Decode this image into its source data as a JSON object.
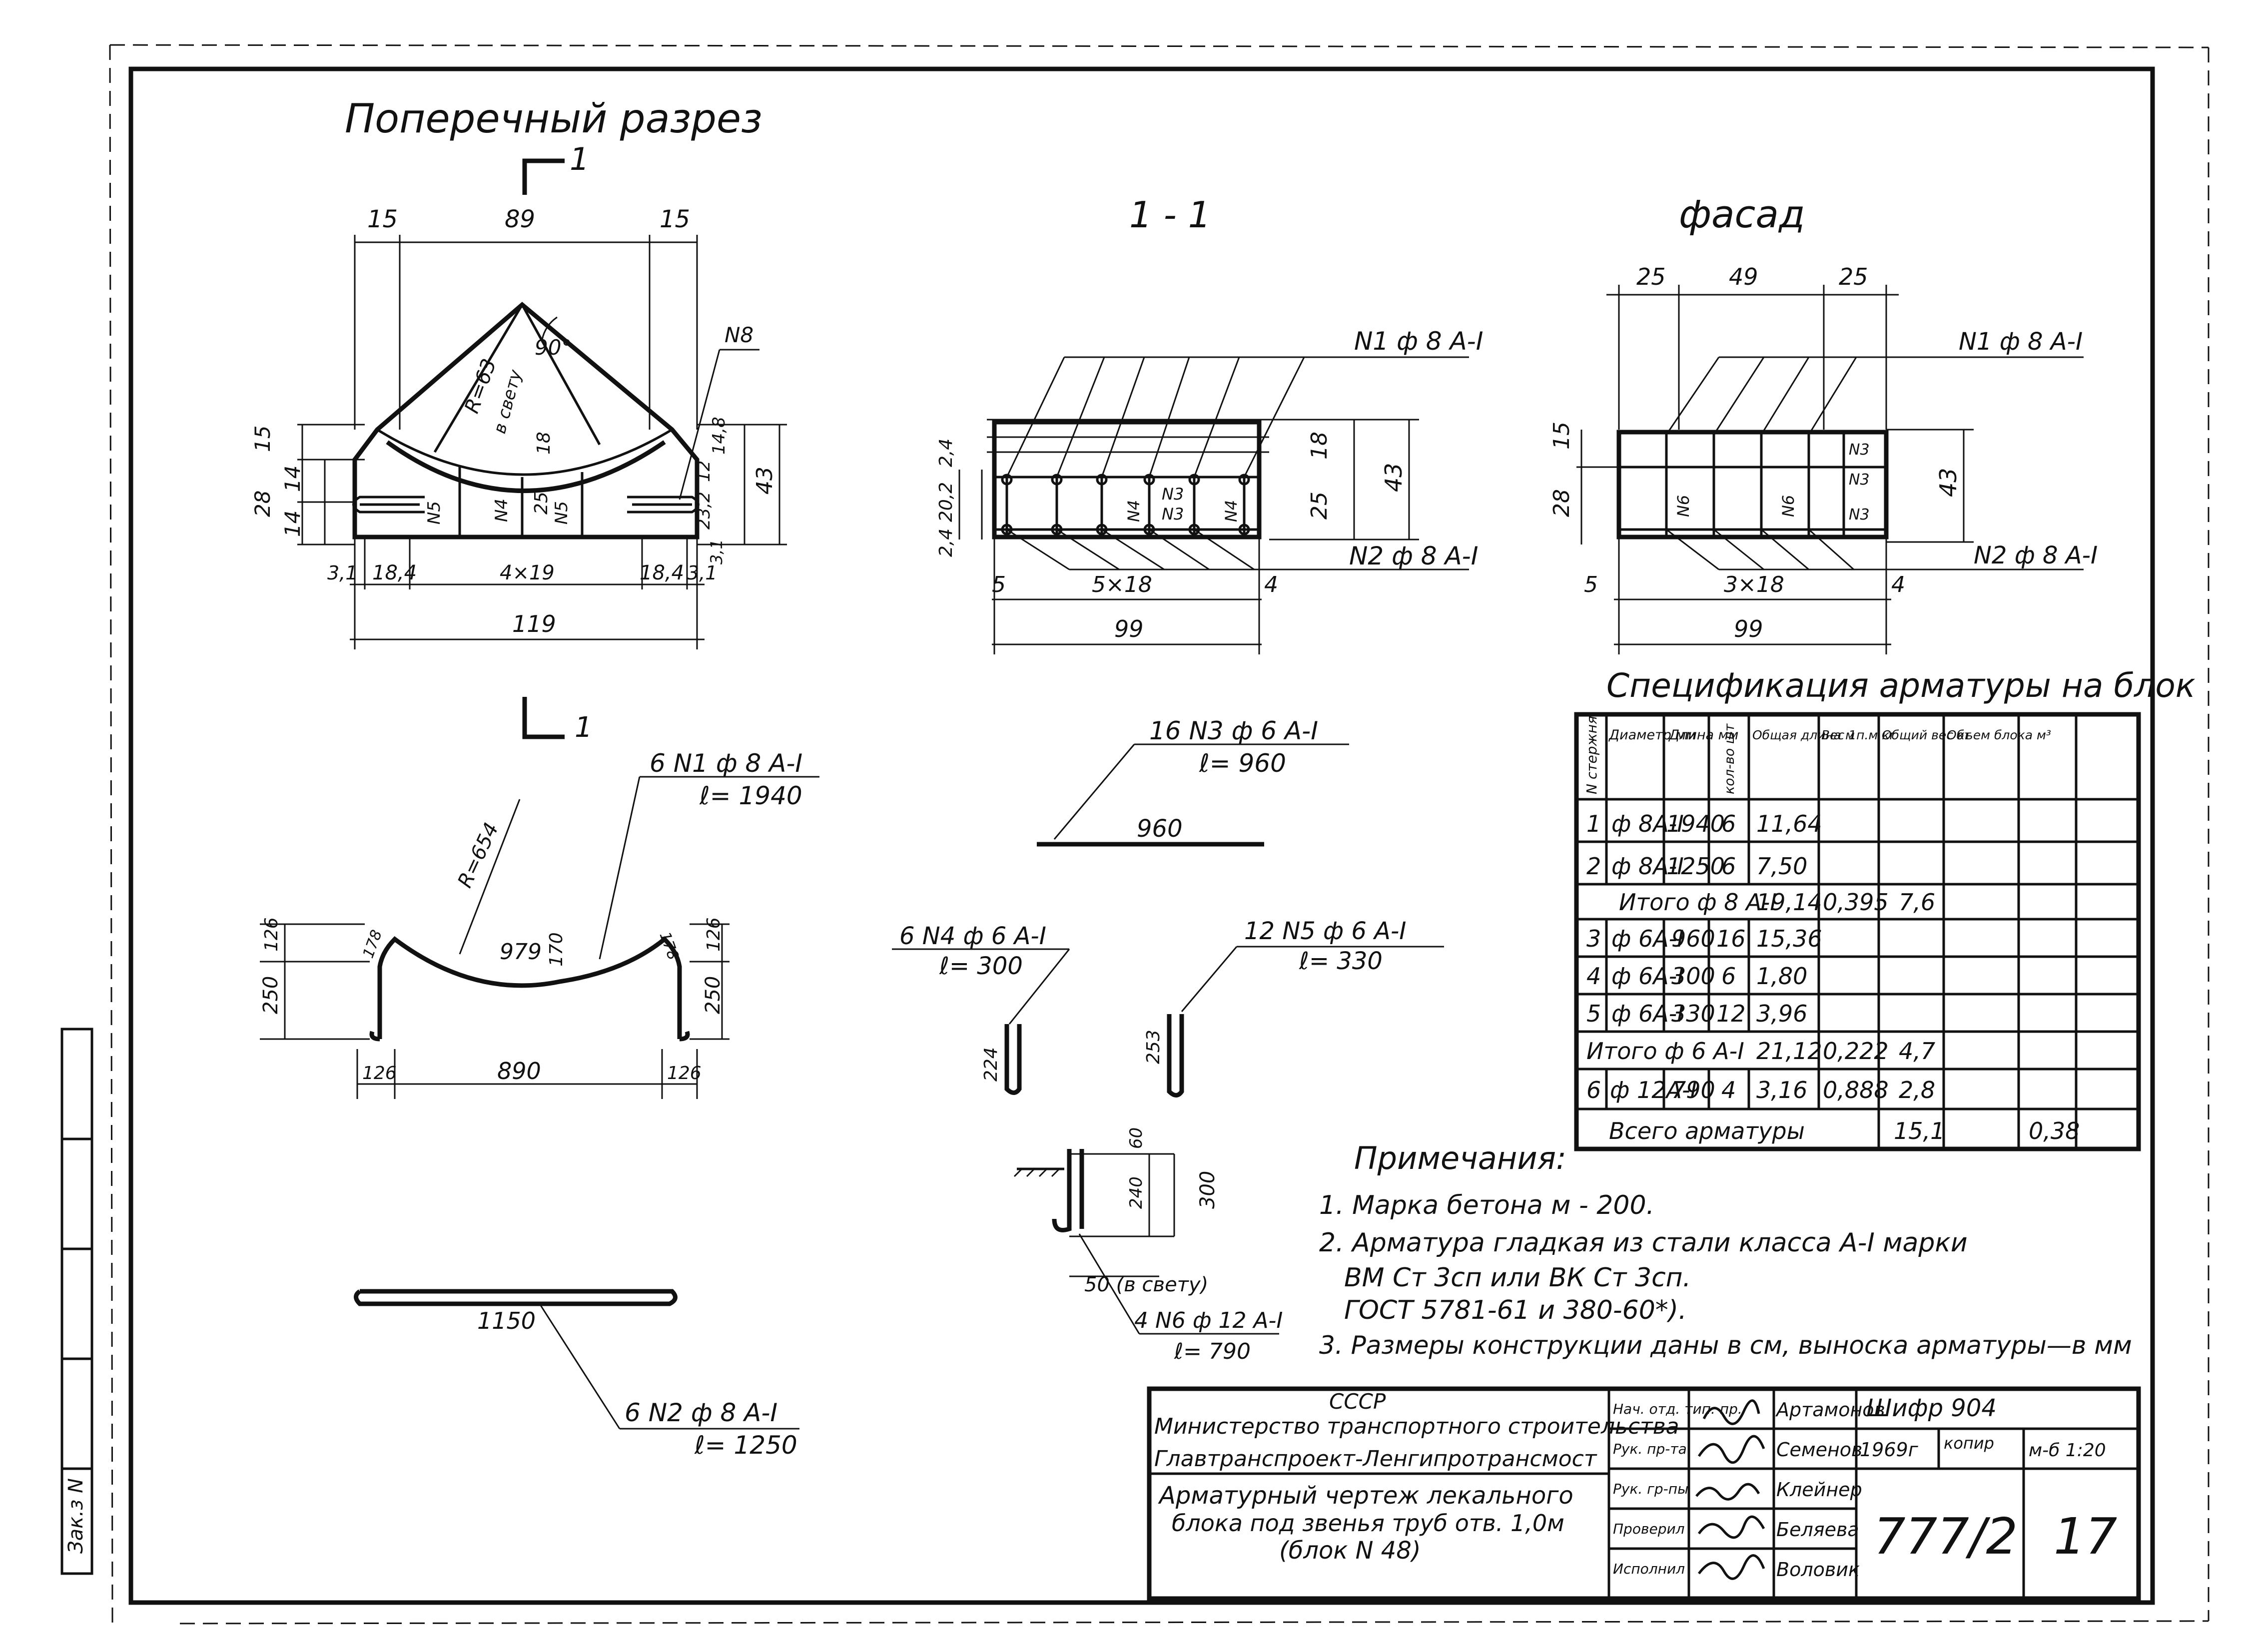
{
  "cross_section": {
    "title": "Поперечный разрез",
    "cut_mark": "1",
    "dims_top": [
      "15",
      "89",
      "15"
    ],
    "bar_n8": "N8",
    "radius": "R=63",
    "clear": "в свету",
    "angle": "90°",
    "left_dims": [
      "15",
      "28",
      "14",
      "14"
    ],
    "bars_inside": [
      "N5",
      "N4",
      "N5"
    ],
    "inner_dims": [
      "25",
      "18"
    ],
    "right_dims": [
      "14,8",
      "12",
      "23,2",
      "43",
      "3,1"
    ],
    "bottom_dims": [
      "3,1",
      "18,4",
      "4×19",
      "18,4",
      "3,1"
    ],
    "total": "119"
  },
  "section_1_1": {
    "title": "1 - 1",
    "bar_top": "N1 ф 8 A-I",
    "bar_bottom": "N2 ф 8 A-I",
    "left_dims": [
      "2,4",
      "20,2",
      "2,4"
    ],
    "right_dims": [
      "18",
      "25",
      "43"
    ],
    "inner_labels": [
      "N4",
      "N3",
      "N3",
      "N4"
    ],
    "bottom_dims": [
      "5",
      "5×18",
      "4"
    ],
    "total": "99"
  },
  "facade": {
    "title": "фасад",
    "dims_top": [
      "25",
      "49",
      "25"
    ],
    "bar_top": "N1 ф 8 A-I",
    "bar_bottom": "N2 ф 8 A-I",
    "left_dims": [
      "15",
      "28"
    ],
    "right_dim": "43",
    "inner_labels": [
      "N6",
      "N6",
      "N3",
      "N3",
      "N3"
    ],
    "bottom_dims": [
      "5",
      "3×18",
      "4"
    ],
    "total": "99"
  },
  "bar_n1": {
    "cut_mark": "1",
    "label": "6 N1 ф 8 A-I",
    "length": "ℓ= 1940",
    "radius": "R=654",
    "dims": [
      "126",
      "250",
      "178",
      "979",
      "170",
      "178",
      "126",
      "250",
      "126",
      "890",
      "126"
    ]
  },
  "bar_n2": {
    "length_dim": "1150",
    "label": "6 N2 ф 8 A-I",
    "length": "ℓ= 1250"
  },
  "bar_n3": {
    "label": "16 N3 ф 6 A-I",
    "length": "ℓ= 960",
    "dim": "960"
  },
  "bar_n4": {
    "label": "6 N4 ф 6 A-I",
    "length": "ℓ= 300",
    "dim": "224"
  },
  "bar_n5": {
    "label": "12 N5 ф 6 A-I",
    "length": "ℓ= 330",
    "dim": "253"
  },
  "bar_n6": {
    "dims": [
      "60",
      "240",
      "300"
    ],
    "clear": "50 (в свету)",
    "label": "4 N6 ф 12 A-I",
    "length": "ℓ= 790"
  },
  "spec": {
    "title": "Спецификация арматуры на блок",
    "headers": [
      "N стержня",
      "Диаметр мм",
      "Длина мм",
      "кол-во шт",
      "Общая длина м",
      "Вес 1п.м кг",
      "Общий вес кг",
      "Объем блока м³"
    ],
    "rows": [
      {
        "type": "item",
        "cells": [
          "1",
          "ф 8A-I",
          "1940",
          "6",
          "11,64",
          "",
          "",
          ""
        ]
      },
      {
        "type": "item",
        "cells": [
          "2",
          "ф 8A-I",
          "1250",
          "6",
          "7,50",
          "",
          "",
          ""
        ]
      },
      {
        "type": "total",
        "label": "Итого ф 8 A-I",
        "cells": [
          "19,14",
          "0,395",
          "7,6",
          ""
        ]
      },
      {
        "type": "item",
        "cells": [
          "3",
          "ф 6A-I",
          "960",
          "16",
          "15,36",
          "",
          "",
          ""
        ]
      },
      {
        "type": "item",
        "cells": [
          "4",
          "ф 6A-I",
          "300",
          "6",
          "1,80",
          "",
          "",
          ""
        ]
      },
      {
        "type": "item",
        "cells": [
          "5",
          "ф 6A-I",
          "330",
          "12",
          "3,96",
          "",
          "",
          ""
        ]
      },
      {
        "type": "total",
        "label": "Итого ф 6 A-I",
        "cells": [
          "21,12",
          "0,222",
          "4,7",
          ""
        ]
      },
      {
        "type": "item",
        "cells": [
          "6",
          "ф 12A-I",
          "790",
          "4",
          "3,16",
          "0,888",
          "2,8",
          ""
        ]
      },
      {
        "type": "grand",
        "label": "Всего арматуры",
        "cells": [
          "15,1",
          "0,38"
        ]
      }
    ]
  },
  "notes": {
    "title": "Примечания:",
    "lines": [
      "1. Марка бетона м - 200.",
      "2. Арматура гладкая из стали класса A-I марки",
      "ВМ Ст 3сп или ВК Ст 3сп.",
      "ГОСТ 5781-61 и 380-60*).",
      "3. Размеры конструкции даны в см, выноска арматуры—в мм"
    ]
  },
  "title_block": {
    "org1": "СССР",
    "org2": "Министерство транспортного строительства",
    "org3": "Главтранспроект-Ленгипротрансмост",
    "drawing_title": [
      "Арматурный чертеж лекального",
      "блока под звенья труб отв. 1,0м",
      "(блок N 48)"
    ],
    "roles": [
      "Нач. отд. тип. пр.",
      "Рук. пр-та",
      "Рук. гр-пы",
      "Проверил",
      "Исполнил"
    ],
    "names": [
      "Артамонов",
      "Семенов",
      "Клейнер",
      "Беляева",
      "Воловик"
    ],
    "code": "Шифр 904",
    "year": "1969г",
    "copy": "копир",
    "scale": "м-б 1:20",
    "number": "777/2",
    "sheet": "17",
    "side_stamp": "Зак.з N"
  }
}
